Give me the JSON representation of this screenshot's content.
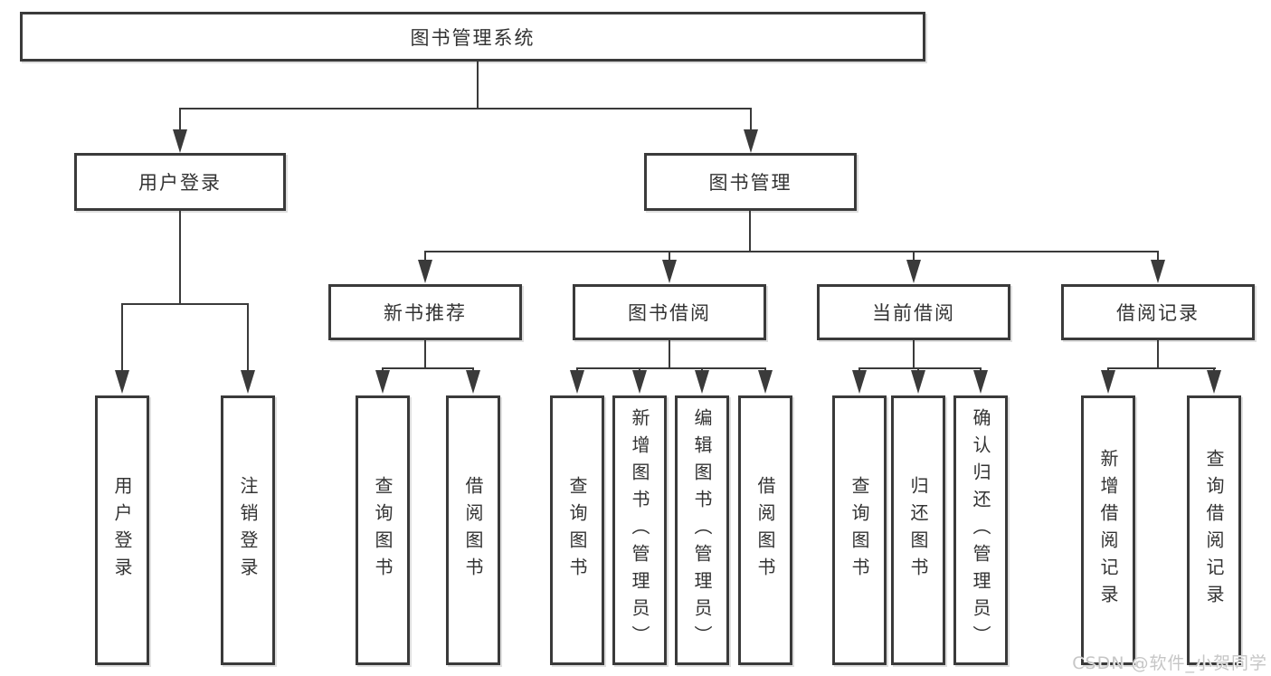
{
  "diagram": {
    "title": "图书管理系统",
    "level2": [
      "用户登录",
      "图书管理"
    ],
    "level3": [
      "新书推荐",
      "图书借阅",
      "当前借阅",
      "借阅记录"
    ],
    "leaves": [
      "用户登录",
      "注销登录",
      "查询图书",
      "借阅图书",
      "查询图书",
      "新增图书（管理员）",
      "编辑图书（管理员）",
      "借阅图书",
      "查询图书",
      "归还图书",
      "确认归还（管理员）",
      "新增借阅记录",
      "查询借阅记录"
    ]
  },
  "watermark": "CSDN @软件_小贺同学",
  "colors": {
    "line": "#3a3a3a",
    "text": "#333333",
    "watermark": "#c6c6c6",
    "background": "#ffffff"
  }
}
